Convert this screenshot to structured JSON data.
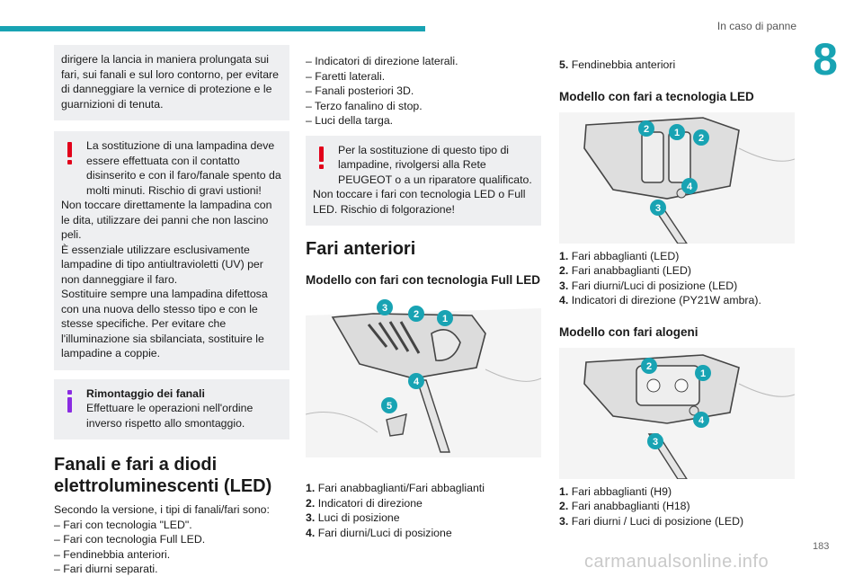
{
  "header": {
    "section": "In caso di panne",
    "chapter": "8",
    "page_number": "183",
    "watermark": "carmanualsonline.info"
  },
  "col1": {
    "box1_text": "dirigere la lancia in maniera prolungata sui fari, sui fanali e sul loro contorno, per evitare di danneggiare la vernice di protezione e le guarnizioni di tenuta.",
    "warning1": [
      "La sostituzione di una lampadina deve essere effettuata con il contatto disinserito e con il faro/fanale spento da molti minuti. Rischio di gravi ustioni!",
      "Non toccare direttamente la lampadina con le dita, utilizzare dei panni che non lascino peli.",
      "È essenziale utilizzare esclusivamente lampadine di tipo antiultravioletti (UV) per non danneggiare il faro.",
      "Sostituire sempre una lampadina difettosa con una nuova dello stesso tipo e con le stesse specifiche. Per evitare che l'illuminazione sia sbilanciata, sostituire le lampadine a coppie."
    ],
    "info_title": "Rimontaggio dei fanali",
    "info_text": "Effettuare le operazioni nell'ordine inverso rispetto allo smontaggio.",
    "heading": "Fanali e fari a diodi elettroluminescenti (LED)",
    "intro": "Secondo la versione, i tipi di fanali/fari sono:",
    "list": [
      "–  Fari con tecnologia \"LED\".",
      "–  Fari con tecnologia Full LED.",
      "–  Fendinebbia anteriori.",
      "–  Fari diurni separati."
    ]
  },
  "col2": {
    "list": [
      "–  Indicatori di direzione laterali.",
      "–  Faretti laterali.",
      "–  Fanali posteriori 3D.",
      "–  Terzo fanalino di stop.",
      "–  Luci della targa."
    ],
    "warning": [
      "Per la sostituzione di questo tipo di lampadine, rivolgersi alla Rete PEUGEOT o a un riparatore qualificato.",
      "Non toccare i fari con tecnologia LED o Full LED. Rischio di folgorazione!"
    ],
    "heading": "Fari anteriori",
    "subheading": "Modello con fari con tecnologia Full LED",
    "figure_labels": [
      "3",
      "2",
      "1",
      "4",
      "5"
    ],
    "items": [
      {
        "n": "1.",
        "t": "Fari anabbaglianti/Fari abbaglianti"
      },
      {
        "n": "2.",
        "t": "Indicatori di direzione"
      },
      {
        "n": "3.",
        "t": "Luci di posizione"
      },
      {
        "n": "4.",
        "t": "Fari diurni/Luci di posizione"
      }
    ]
  },
  "col3": {
    "item5": {
      "n": "5.",
      "t": "Fendinebbia anteriori"
    },
    "sub1": "Modello con fari a tecnologia LED",
    "fig1_labels": [
      "2",
      "1",
      "2",
      "4",
      "3"
    ],
    "items1": [
      {
        "n": "1.",
        "t": "Fari abbaglianti (LED)"
      },
      {
        "n": "2.",
        "t": "Fari anabbaglianti (LED)"
      },
      {
        "n": "3.",
        "t": "Fari diurni/Luci di posizione (LED)"
      },
      {
        "n": "4.",
        "t": "Indicatori di direzione (PY21W ambra)."
      }
    ],
    "sub2": "Modello con fari alogeni",
    "fig2_labels": [
      "2",
      "1",
      "4",
      "3"
    ],
    "items2": [
      {
        "n": "1.",
        "t": "Fari abbaglianti (H9)"
      },
      {
        "n": "2.",
        "t": "Fari anabbaglianti (H18)"
      },
      {
        "n": "3.",
        "t": "Fari diurni / Luci di posizione (LED)"
      }
    ]
  },
  "colors": {
    "accent": "#18a3b3",
    "warning": "#e2001a",
    "info": "#8a2be2",
    "box": "#eeeff1"
  }
}
